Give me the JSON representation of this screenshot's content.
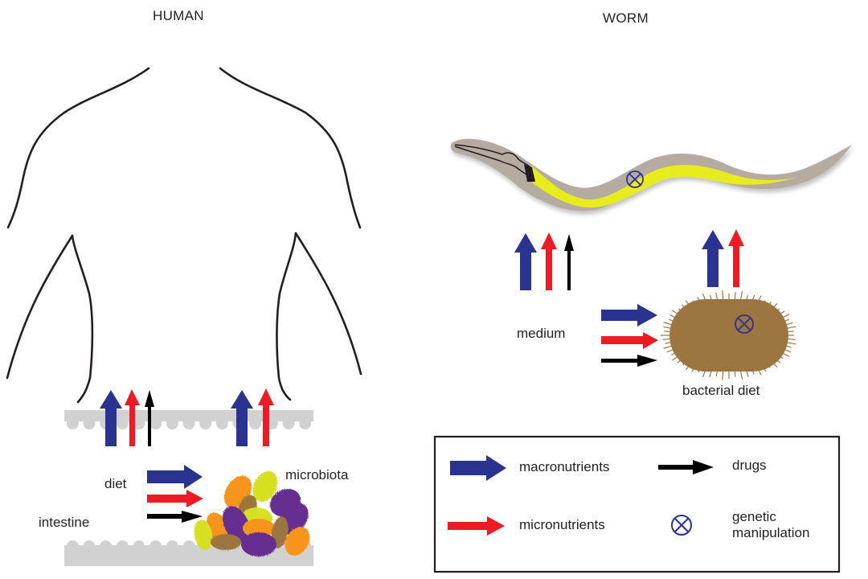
{
  "panels": {
    "human": {
      "title": "HUMAN",
      "labels": {
        "diet": "diet",
        "intestine": "intestine",
        "microbiota": "microbiota"
      }
    },
    "worm": {
      "title": "WORM",
      "labels": {
        "medium": "medium",
        "bacterial_diet": "bacterial diet"
      }
    }
  },
  "legend": {
    "items": [
      {
        "symbol": "thick-blue-arrow",
        "label": "macronutrients"
      },
      {
        "symbol": "black-arrow",
        "label": "drugs"
      },
      {
        "symbol": "red-arrow",
        "label": "micronutrients"
      },
      {
        "symbol": "circle-x",
        "label_line1": "genetic",
        "label_line2": "manipulation"
      }
    ]
  },
  "colors": {
    "macronutrients": "#2b3390",
    "micronutrients": "#ed1c24",
    "drugs": "#000000",
    "genetic_manipulation": "#2b3390",
    "intestine_wall": "#d1d1d1",
    "worm_body": "#b5aba0",
    "worm_gut": "#e9ec1c",
    "bacterium": "#9c7540"
  }
}
